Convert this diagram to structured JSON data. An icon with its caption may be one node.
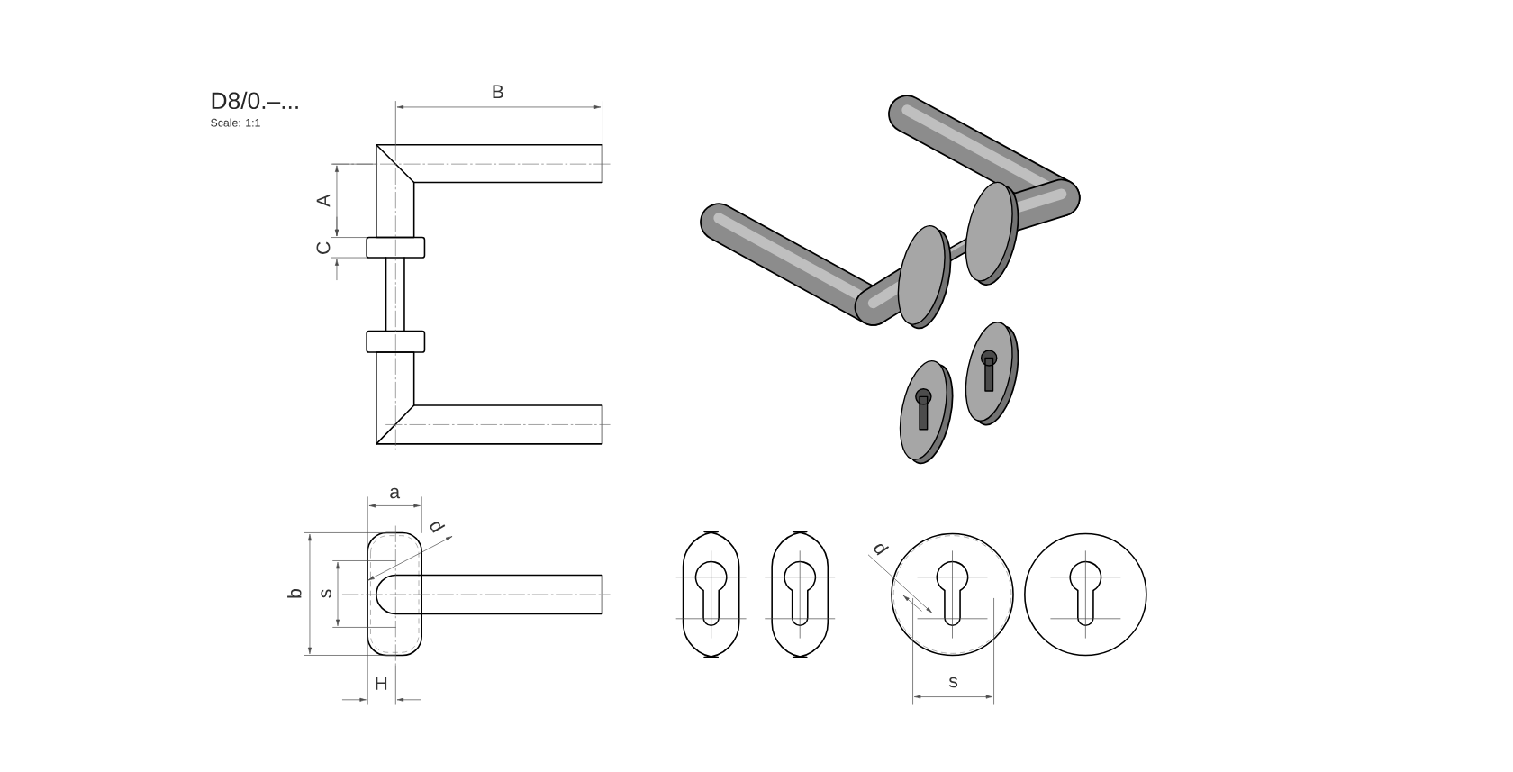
{
  "diagram": {
    "title": "D8/0.–...",
    "labels": [
      "Scale: 1:1",
      "B",
      "A",
      "C",
      "a",
      "d",
      "b",
      "s",
      "H",
      "d",
      "s"
    ]
  }
}
